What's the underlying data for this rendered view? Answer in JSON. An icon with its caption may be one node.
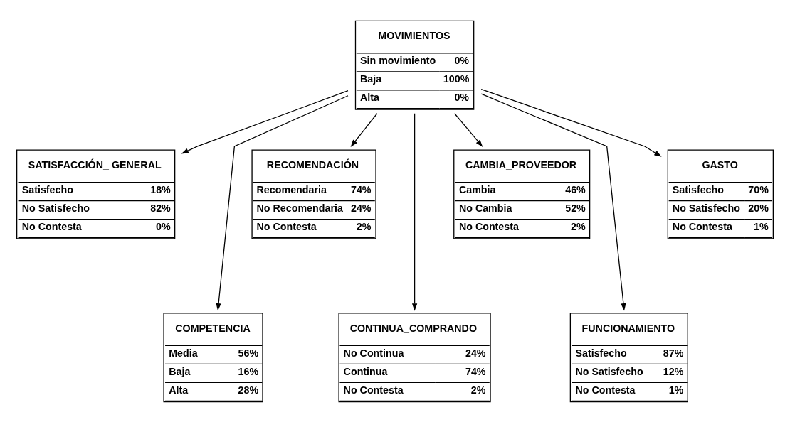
{
  "diagram": {
    "nodes": [
      {
        "text": [
          "MOVIMIENTOS",
          "Sin movimiento",
          "0%",
          "Baja",
          "100%",
          "Alta",
          "0%"
        ]
      },
      {
        "text": [
          "SATISFACCIÓN_ GENERAL",
          "Satisfecho",
          "18%",
          "No Satisfecho",
          "82%",
          "No Contesta",
          "0%"
        ]
      },
      {
        "text": [
          "RECOMENDACIÓN",
          "Recomendaria",
          "74%",
          "No Recomendaria",
          "24%",
          "No Contesta",
          "2%"
        ]
      },
      {
        "text": [
          "CAMBIA_PROVEEDOR",
          "Cambia",
          "46%",
          "No Cambia",
          "52%",
          "No Contesta",
          "2%"
        ]
      },
      {
        "text": [
          "GASTO",
          "Satisfecho",
          "70%",
          "No Satisfecho",
          "20%",
          "No Contesta",
          "1%"
        ]
      },
      {
        "text": [
          "COMPETENCIA",
          "Media",
          "56%",
          "Baja",
          "16%",
          "Alta",
          "28%"
        ]
      },
      {
        "text": [
          "CONTINUA_COMPRANDO",
          "No Continua",
          "24%",
          "Continua",
          "74%",
          "No Contesta",
          "2%"
        ]
      },
      {
        "text": [
          "FUNCIONAMIENTO",
          "Satisfecho",
          "87%",
          "No Satisfecho",
          "12%",
          "No Contesta",
          "1%"
        ]
      }
    ],
    "edges": [
      {
        "from": 0,
        "to": 1,
        "arrow": "to"
      },
      {
        "from": 0,
        "to": 5,
        "arrow": "to"
      },
      {
        "from": 0,
        "to": 2,
        "arrow": "to"
      },
      {
        "from": 0,
        "to": 6,
        "arrow": "to"
      },
      {
        "from": 0,
        "to": 3,
        "arrow": "to"
      },
      {
        "from": 0,
        "to": 7,
        "arrow": "to"
      },
      {
        "from": 0,
        "to": 4,
        "arrow": "to"
      }
    ]
  }
}
